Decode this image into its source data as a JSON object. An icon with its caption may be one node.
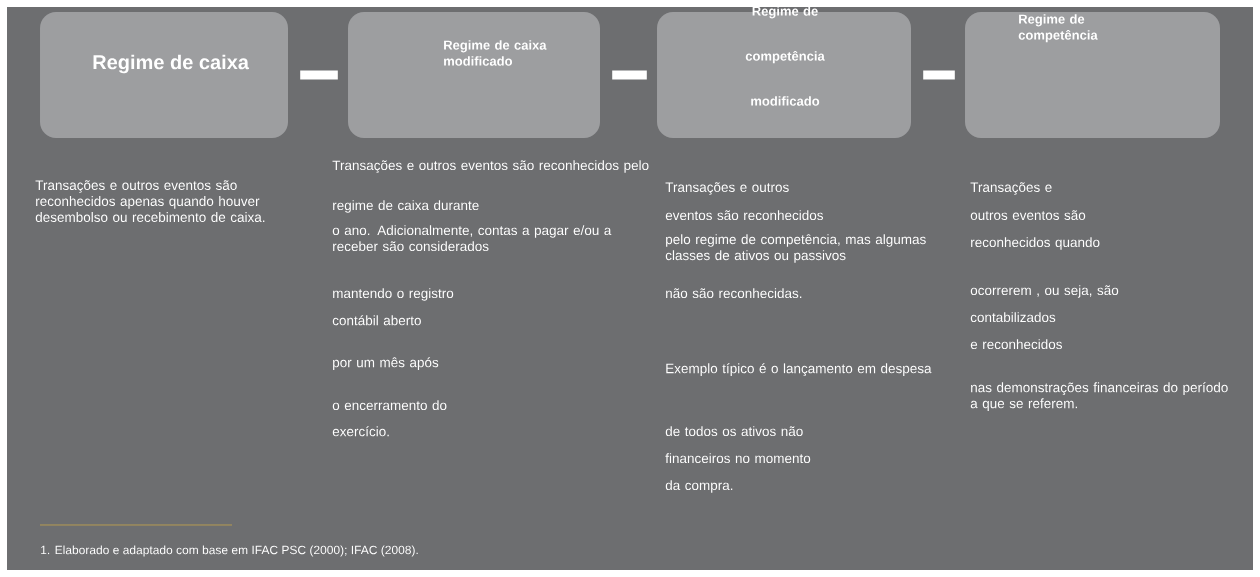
{
  "diagram": {
    "nodes": [
      {
        "text": [
          "Regime de caixa"
        ],
        "beside": [
          "Transações e outros eventos são reconhecidos apenas quando houver desembolso ou recebimento de caixa."
        ]
      },
      {
        "text": [
          "Regime de caixa modificado"
        ],
        "beside": [
          "Transações e outros eventos são reconhecidos pelo",
          "regime de caixa durante",
          "o ano. Adicionalmente, contas a pagar e/ou a receber são considerados",
          "mantendo o registro",
          "contábil aberto",
          "por um mês após",
          "o encerramento do",
          "exercício."
        ]
      },
      {
        "text": [
          "Regime de competência modificado"
        ],
        "beside": [
          "Transações e outros",
          "eventos são reconhecidos",
          "pelo regime de competência, mas algumas classes de ativos ou passivos",
          "não são reconhecidas.",
          "Exemplo típico é o lançamento em despesa",
          "de todos os ativos não",
          "financeiros no momento",
          "da compra."
        ]
      },
      {
        "text": [
          "Regime de competência"
        ],
        "beside": [
          "Transações e",
          "outros eventos são",
          "reconhecidos quando",
          "ocorrerem , ou seja, são",
          "contabilizados",
          "e reconhecidos",
          "nas demonstrações financeiras do período a que se referem."
        ]
      }
    ],
    "edges": [
      {
        "from": 0,
        "to": 1,
        "arrow": "none"
      },
      {
        "from": 1,
        "to": 2,
        "arrow": "none"
      },
      {
        "from": 2,
        "to": 3,
        "arrow": "none"
      }
    ],
    "labels": [
      "1. Elaborado e adaptado com base em IFAC PSC (2000);  IFAC (2008)."
    ]
  }
}
